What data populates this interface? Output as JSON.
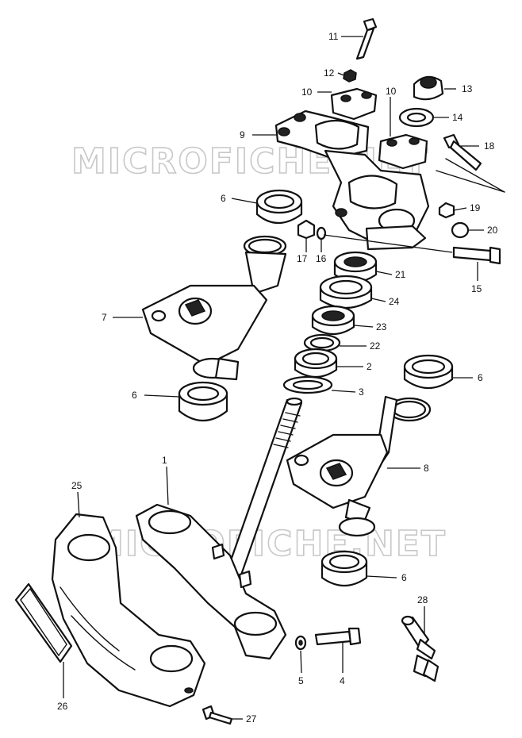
{
  "watermarks": [
    "MICROFICHE.NET",
    "MICROFICHE.NET"
  ],
  "callouts": [
    {
      "id": "c11",
      "text": "11"
    },
    {
      "id": "c12",
      "text": "12"
    },
    {
      "id": "c13",
      "text": "13"
    },
    {
      "id": "c10a",
      "text": "10"
    },
    {
      "id": "c10b",
      "text": "10"
    },
    {
      "id": "c14",
      "text": "14"
    },
    {
      "id": "c9",
      "text": "9"
    },
    {
      "id": "c18",
      "text": "18"
    },
    {
      "id": "c6a",
      "text": "6"
    },
    {
      "id": "c19",
      "text": "19"
    },
    {
      "id": "c20",
      "text": "20"
    },
    {
      "id": "c17",
      "text": "17"
    },
    {
      "id": "c16",
      "text": "16"
    },
    {
      "id": "c15",
      "text": "15"
    },
    {
      "id": "c21",
      "text": "21"
    },
    {
      "id": "c7",
      "text": "7"
    },
    {
      "id": "c24",
      "text": "24"
    },
    {
      "id": "c23",
      "text": "23"
    },
    {
      "id": "c22",
      "text": "22"
    },
    {
      "id": "c2",
      "text": "2"
    },
    {
      "id": "c6b",
      "text": "6"
    },
    {
      "id": "c6c",
      "text": "6"
    },
    {
      "id": "c3",
      "text": "3"
    },
    {
      "id": "c8",
      "text": "8"
    },
    {
      "id": "c1",
      "text": "1"
    },
    {
      "id": "c25",
      "text": "25"
    },
    {
      "id": "c6d",
      "text": "6"
    },
    {
      "id": "c28",
      "text": "28"
    },
    {
      "id": "c5",
      "text": "5"
    },
    {
      "id": "c4",
      "text": "4"
    },
    {
      "id": "c26",
      "text": "26"
    },
    {
      "id": "c27",
      "text": "27"
    }
  ]
}
